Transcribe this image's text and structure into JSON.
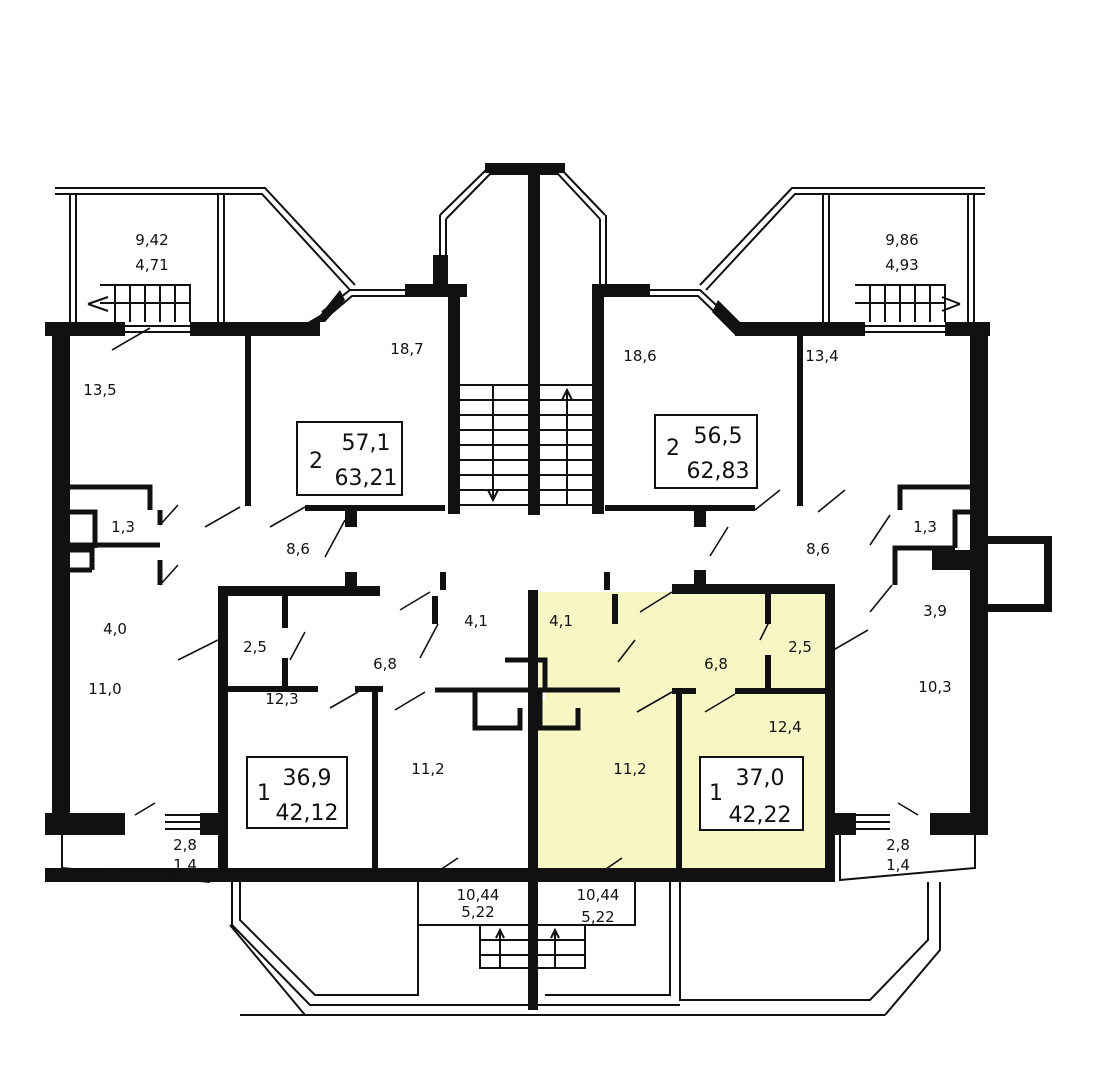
{
  "plan": {
    "highlight_color": "#f7f7c6",
    "wall_color": "#111111",
    "balconies": [
      {
        "area_full": "9,42",
        "area_reduced": "4,71"
      },
      {
        "area_full": "9,86",
        "area_reduced": "4,93"
      },
      {
        "area_full": "2,8",
        "area_reduced": "1,4"
      },
      {
        "area_full": "2,8",
        "area_reduced": "1,4"
      },
      {
        "area_full": "10,44",
        "area_reduced": "5,22"
      },
      {
        "area_full": "10,44",
        "area_reduced": "5,22"
      }
    ],
    "rooms": [
      "13,5",
      "18,7",
      "1,3",
      "8,6",
      "4,0",
      "11,0",
      "2,5",
      "6,8",
      "4,1",
      "12,3",
      "11,2",
      "18,6",
      "13,4",
      "1,3",
      "8,6",
      "3,9",
      "10,3",
      "4,1",
      "6,8",
      "2,5",
      "12,4",
      "11,2"
    ],
    "apartments": [
      {
        "rooms": "2",
        "living_area": "57,1",
        "total_area": "63,21"
      },
      {
        "rooms": "2",
        "living_area": "56,5",
        "total_area": "62,83"
      },
      {
        "rooms": "1",
        "living_area": "36,9",
        "total_area": "42,12"
      },
      {
        "rooms": "1",
        "living_area": "37,0",
        "total_area": "42,22"
      }
    ]
  }
}
